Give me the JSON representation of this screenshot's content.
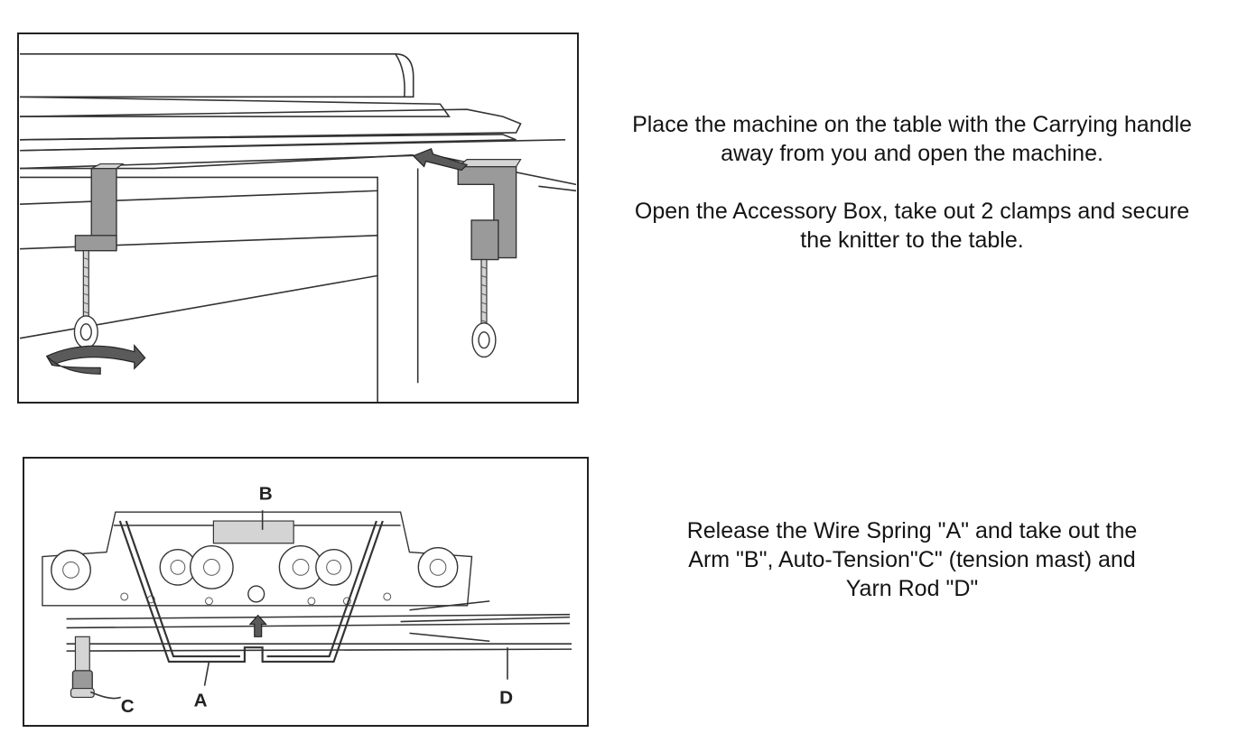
{
  "steps": [
    {
      "paragraphs": [
        "Place the machine on the table with the Carrying handle away from you and open the machine.",
        "Open the Accessory Box, take out 2 clamps and secure the knitter to the table."
      ]
    },
    {
      "paragraphs": [
        "Release the Wire Spring \"A\" and take out the Arm \"B\", Auto-Tension\"C\" (tension mast) and Yarn Rod \"D\""
      ],
      "callouts": {
        "a": "A",
        "b": "B",
        "c": "C",
        "d": "D"
      }
    }
  ]
}
